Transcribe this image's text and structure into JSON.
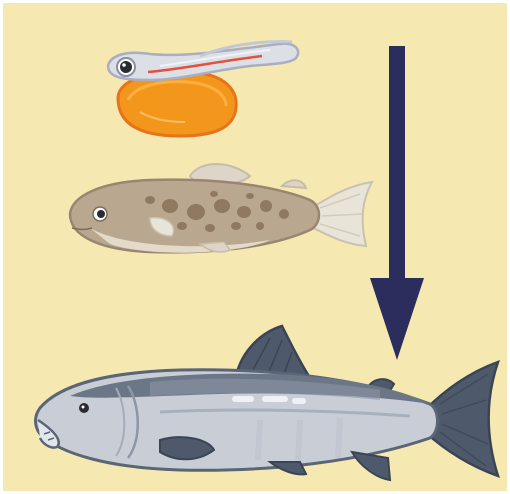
{
  "illustration": {
    "background_color": "#f6e8b1",
    "arrow_color": "#2b2d5c",
    "stages": [
      {
        "name": "alevin",
        "icon": "alevin-with-yolk-sac-icon",
        "yolk_color": "#f3961c",
        "body_color": "#dcdfe6"
      },
      {
        "name": "parr",
        "icon": "parr-fish-icon",
        "body_color": "#b9a88f",
        "spot_color": "#8f7a61"
      },
      {
        "name": "adult-salmon",
        "icon": "adult-salmon-icon",
        "back_color": "#4e5a6b",
        "belly_color": "#c9ced6"
      }
    ]
  }
}
